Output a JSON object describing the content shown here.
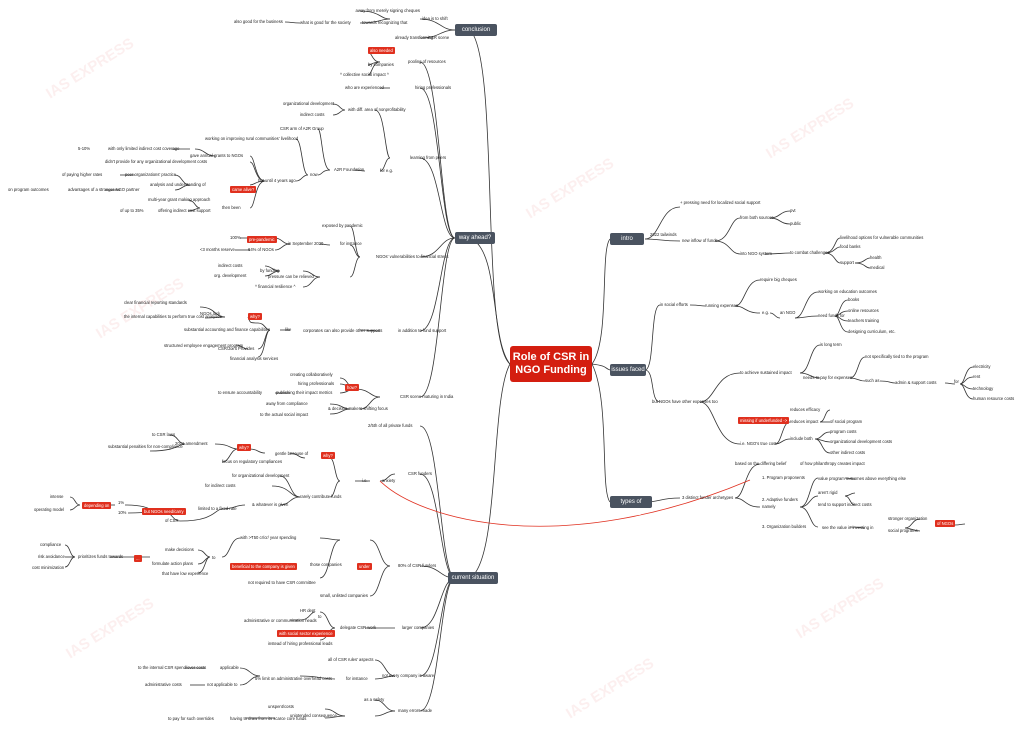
{
  "center": {
    "title": "Role of CSR in NGO Funding"
  },
  "watermark": "IAS EXPRESS",
  "intro": {
    "hub": "intro",
    "year": "2022 tailwinds",
    "pressing": "+ pressing need for localized social support",
    "inflow": "new inflow of funds",
    "both": "from both sources",
    "pvt": "pvt",
    "public": "public",
    "ngo_system": "into NGO system",
    "combat": "to combat challenges",
    "livelihood": "livelihood options for vulnerable communities",
    "foodbanks": "food banks",
    "support": "support",
    "health": "health",
    "medical": "medical"
  },
  "issues": {
    "hub": "issues faced",
    "social": "in social efforts",
    "running": "running expenses",
    "require": "require big cheques",
    "eg": "e.g.",
    "inngo": "an NGO",
    "working": "working on education outcomes",
    "need": "need funds for",
    "books": "books",
    "online": "online resources",
    "teachers": "teachers training",
    "designing": "designing curriculum, etc.",
    "longterm": "is long term",
    "achieve": "to achieve sustained impact",
    "notspec": "not specifically tied to the program",
    "needs": "needs to pay for expenses",
    "suchas": "such as",
    "admin": "admin & support costs",
    "for": "for",
    "electricity": "electricity",
    "rent": "rent",
    "technology": "technology",
    "hr": "human resource costs",
    "butngos": "but NGOs have other expenses too",
    "reduces_eff": "reduces efficacy",
    "reduces_imp": "reduces impact",
    "ofsocial": "of social program",
    "missing": "missing if underfunded ->",
    "program_costs": "program costs",
    "org_costs": "organizational development costs",
    "other_costs": "other indirect costs",
    "include": "include both",
    "truecost": "i.e. NGO's true cost"
  },
  "types": {
    "hub": "types of funders",
    "three": "3 distinct funder archetypes",
    "based": "based on the differing belief",
    "ofhow": "of how philanthropy creates impact",
    "namely": "namely",
    "t1": "1. Program proponents",
    "t1d": "value program outcomes above everything else",
    "t2": "2. Adaptive funders",
    "t2a": "aren't rigid",
    "t2b": "tend to support indirect costs",
    "t3": "3. Organization builders",
    "t3d": "see the value in investing in",
    "t3e": "stronger organization",
    "t3f": "social programs",
    "t3g": "of NGOs"
  },
  "conclusion": {
    "hub": "conclusion",
    "away": "away from merely signing cheques",
    "idea": "idea is to shift",
    "good": "what is good for the society",
    "towards": "towards recognizing that",
    "alsogood": "also good for the business",
    "transforming": "already transforming",
    "scene": "CSR scene"
  },
  "wayahead": {
    "hub": "way ahead?",
    "alsoneeded": "also needed",
    "bycomp": "by companies",
    "pooling": "pooling of resources",
    "collective": "^ collective social impact ^",
    "hiring": "hiring professionals",
    "experienced": "who are experienced",
    "orgdev": "organizational development",
    "withdiff": "with diff. area of nonprofitability",
    "indirect": "indirect costs",
    "csrarm": "CSR arm of A2R Group",
    "workingrural": "working on improving rural communities' livelihood",
    "a2r": "A2R Foundation",
    "foreg": "for e.g.",
    "now": "now",
    "learning": "learning from peers",
    "tenp": "5-10%",
    "onlylimited": "with only limited indirect cost coverage",
    "gave": "gave annual grants to NGOs",
    "didnt": "didn't provide for any organizational development costs",
    "butuntil": "but until 4 years ago",
    "costlier": "of paying higher rates",
    "peer": "peer organizations' practice",
    "analysis": "analysis and understanding of",
    "programoutcomes": "on program outcomes",
    "advantages": "advantages of a stronger NGO partner",
    "redbadge": "came alive?",
    "multiyear": "multi-year grant making approach",
    "thenbeen": "then been",
    "upto": "of up to 35%",
    "offering": "offering indirect cost support",
    "exposed": "exposed by pandemic",
    "hundred": "100%",
    "pandemic": "pre-pandemic",
    "sixtyfour": "64% of NGOs",
    "sept": "in September 2020",
    "forinst": "for instance",
    "lt3": "<3 months reserve",
    "vulnerability": "NGOs' vulnerabilities to financial stress",
    "indirectcosts": "indirect costs",
    "byfunding": "by funding",
    "orgdev2": "org. development",
    "relieved": "pressure can be relieved",
    "financial": "^ financial resilience ^",
    "clear": "clear financial reporting standards",
    "ngoslack": "NGOs lack",
    "internal": "the internal capabilities to perform true cost analyses",
    "why": "why?",
    "likes": "like",
    "substantial": "substantial accounting and finance capabilities",
    "alsoprovide": "corporates can also provide other supports",
    "inaddition": "in addition to fund support",
    "structured": "structured employee engagement program",
    "cbx": "CSR/Joint Provides",
    "finanalysis": "financial analysis services",
    "creating": "creating collaboratively",
    "hiringpro": "hiring professionals",
    "publishing": "publishing their impact metrics",
    "toensure": "to ensure accountability",
    "how": "how?",
    "decision": "& decision makers shifting focus",
    "awaycompliance": "away from compliance",
    "actual": "to the actual social impact",
    "maturing": "CSR scene maturing in India"
  },
  "current": {
    "hub": "current situation",
    "twofifty": "2/5th of all private funds",
    "csrfunders": "CSR funders",
    "isa": "i.e.",
    "2021": "2021 amendment",
    "tocsr": "to CSR laws",
    "substantial": "substantial penalties for non-compliance",
    "focus": "focus on regulatory compliances",
    "gentle": "gentle because of",
    "why": "why?",
    "whyq": "why?",
    "ororgdev": "for organizational development",
    "anxiety": "anxiety",
    "rarely": "rarely contribute funds",
    "forindirect": "for indirect costs",
    "whatever": "& whatever is given",
    "limited": "limited to a fixed rate",
    "intense": "intense",
    "operating": "operating model",
    "depending": "depending on",
    "onefive": "1%",
    "tenpct": "10%",
    "ngosneed": "but NGOs need/carry",
    "ofcsr": "of CSR",
    "compliance": "compliance",
    "riskav": "risk avoidance",
    "costmin": "cost minimization",
    "prioritize": "prioritizes funds towards",
    "make": "make decisions",
    "to": "to",
    "formulate": "formulate action plans",
    "thathave": "that have low experience",
    "redcsr": "...",
    "spending": "with >₹50 cr/cr/ year spending",
    "dontneed": "not required to have CSR committee",
    "threecos": "those companies",
    "redcompanies": "beneficial to the company is given",
    "smallunlisted": "small, unlisted companies",
    "eighty": "80% of CSR funders",
    "under": "under",
    "larger": "larger companies",
    "hrdept": "HR dept",
    "to2": "to",
    "admincomm": "administrative or communication heads",
    "delegate": "delegate CSR work",
    "withsocial": "with social sector experience",
    "instead": "instead of hiring professional leads",
    "allcsr": "all of CSR rules' aspects",
    "notevery": "not every company is aware",
    "internal": "to the internal CSR spend/over costs",
    "applicable": "applicable",
    "fivelimit": "5% limit on administrative overhead costs",
    "forinstance": "for instance",
    "admincosts": "administrative costs",
    "notapp": "not applicable to",
    "unintended": "unintended consequence",
    "avoidsafety": "as a safety",
    "unspent": "unspent/costs",
    "manyerrors": "many errors made",
    "topay": "to pay for such overrides",
    "having": "having to draw from its scarce core funds"
  }
}
